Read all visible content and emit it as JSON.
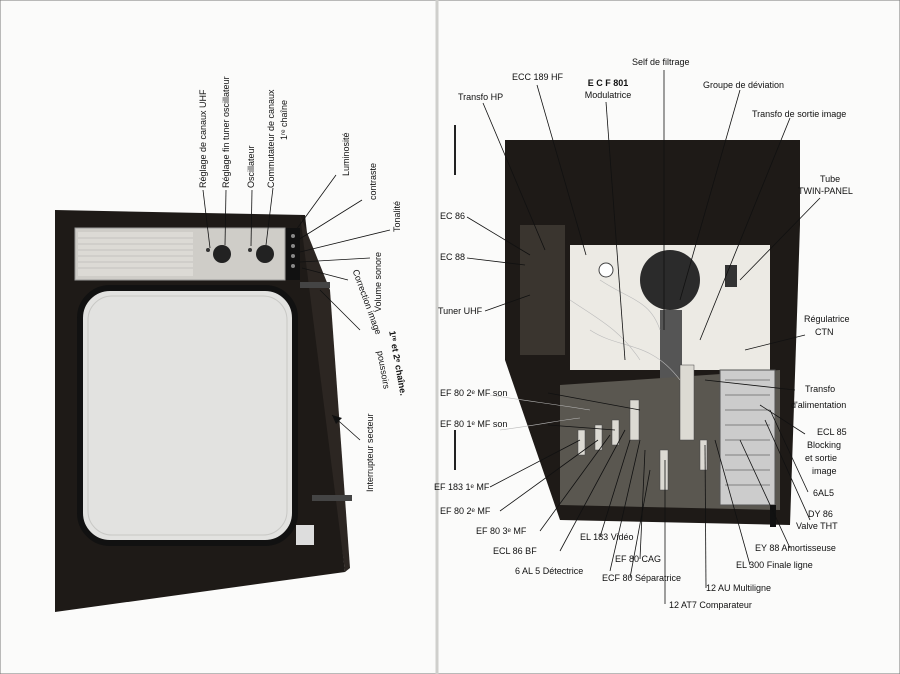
{
  "left_page": {
    "top_labels": {
      "reglage_uhf": "Réglage de canaux UHF",
      "reglage_fin": "Réglage fin tuner oscillateur",
      "oscillateur": "Oscillateur",
      "commutateur": "Commutateur de canaux",
      "premiere_chaine": "1ʳᵉ chaîne",
      "luminosite": "Luminosité",
      "contraste": "contraste",
      "tonalite": "Tonalité",
      "volume": "Volume sonore",
      "correction": "Correction image",
      "poussoirs": "poussoirs",
      "chaines": "1ʳᵉ et 2ᵉ chaîne.",
      "interrupteur": "Interrupteur secteur"
    }
  },
  "right_page": {
    "labels": {
      "transfo_hp": "Transfo HP",
      "ecc189": "ECC 189 HF",
      "ecf801": "E C F 801",
      "modulatrice": "Modulatrice",
      "self": "Self de filtrage",
      "deviation": "Groupe de déviation",
      "sortie_image": "Transfo de sortie image",
      "tube": "Tube",
      "twin_panel": "TWIN-PANEL",
      "ec86": "EC 86",
      "ec88": "EC 88",
      "tuner_uhf": "Tuner UHF",
      "regulatrice": "Régulatrice",
      "ctn": "CTN",
      "transfo_alim1": "Transfo",
      "transfo_alim2": "d'alimentation",
      "ef80_son": "EF 80 2ᵉ MF son",
      "ef80_1son": "EF 80 1ᵉ MF son",
      "ecl85_1": "ECL 85",
      "ecl85_2": "Blocking",
      "ecl85_3": "et sortie",
      "ecl85_4": "image",
      "ef183": "EF 183 1ᵉ MF",
      "ef80_2mf": "EF 80 2ᵉ MF",
      "ef80_3mf": "EF 80 3ᵉ MF",
      "ecl86": "ECL 86 BF",
      "el183": "EL 183 Vidéo",
      "ef80_cag": "EF 80 CAG",
      "al5": "6 AL 5 Détectrice",
      "ecf80": "ECF 80 Séparatrice",
      "at7": "12 AT7 Comparateur",
      "au": "12 AU Multiligne",
      "el300": "EL 300 Finale ligne",
      "ey88": "EY 88 Amortisseuse",
      "dy86_1": "DY 86",
      "dy86_2": "Valve THT",
      "gal5": "6AL5"
    }
  },
  "colors": {
    "paper": "#fbfbfa",
    "ink": "#111111",
    "cabinet": "#1e1a17",
    "screen": "#e2e2e0"
  }
}
